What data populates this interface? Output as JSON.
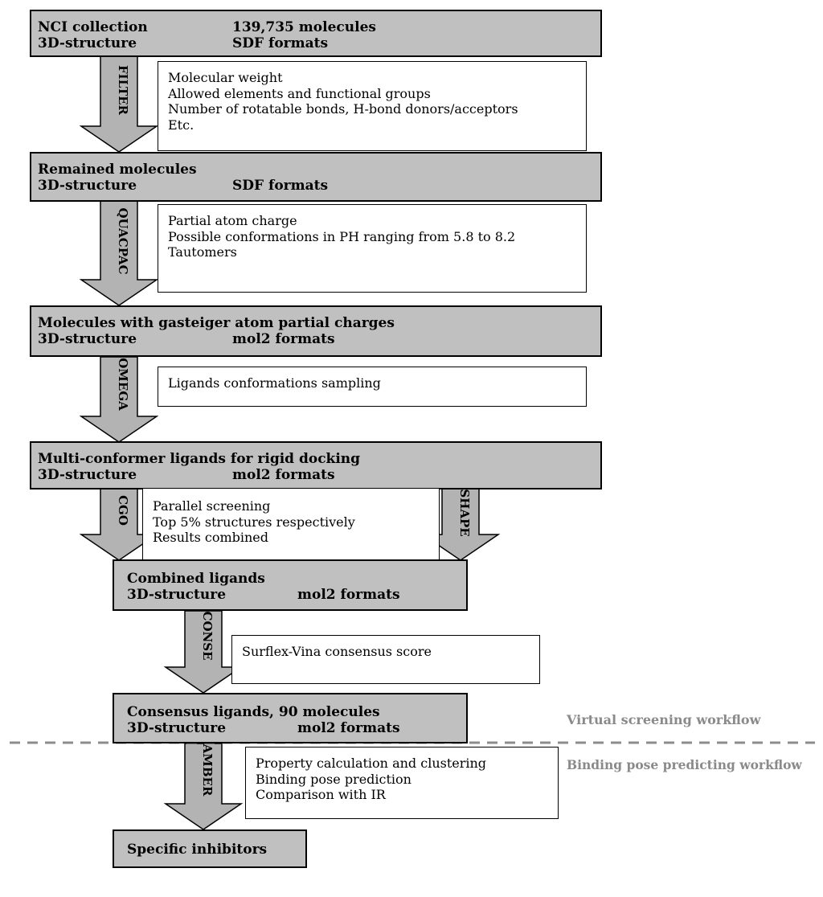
{
  "steps": [
    {
      "line1": "NCI collection",
      "line1b": "139,735 molecules",
      "col1": "3D-structure",
      "col2": "SDF formats"
    },
    {
      "line1": "Remained molecules",
      "col1": "3D-structure",
      "col2": "SDF formats"
    },
    {
      "line1": "Molecules with gasteiger atom partial charges",
      "col1": "3D-structure",
      "col2": "mol2 formats"
    },
    {
      "line1": "Multi-conformer ligands for rigid docking",
      "col1": "3D-structure",
      "col2": "mol2 formats"
    },
    {
      "line1": "Combined ligands",
      "col1": "3D-structure",
      "col2": "mol2 formats"
    },
    {
      "line1": "Consensus ligands, 90 molecules",
      "col1": "3D-structure",
      "col2": "mol2 formats"
    },
    {
      "line1": "Specific inhibitors"
    }
  ],
  "arrows": {
    "filter": "FILTER",
    "quacpac": "QUACPAC",
    "omega": "OMEGA",
    "cgo": "CGO",
    "shape": "SHAPE",
    "conse": "CONSE",
    "amber": "AMBER"
  },
  "notes": {
    "filter": [
      "Molecular weight",
      "Allowed elements and functional groups",
      "Number of rotatable bonds, H-bond donors/acceptors",
      "Etc."
    ],
    "quacpac": [
      "Partial atom charge",
      "Possible conformations in PH ranging from 5.8 to 8.2",
      "Tautomers"
    ],
    "omega": [
      "Ligands conformations sampling"
    ],
    "parallel": [
      "Parallel screening",
      "Top 5% structures respectively",
      "Results combined"
    ],
    "conse": [
      "Surflex-Vina consensus score"
    ],
    "amber": [
      "Property calculation and clustering",
      "Binding pose prediction",
      "Comparison with IR"
    ]
  },
  "workflow_labels": {
    "virtual": "Virtual screening workflow",
    "binding": "Binding pose predicting workflow"
  }
}
